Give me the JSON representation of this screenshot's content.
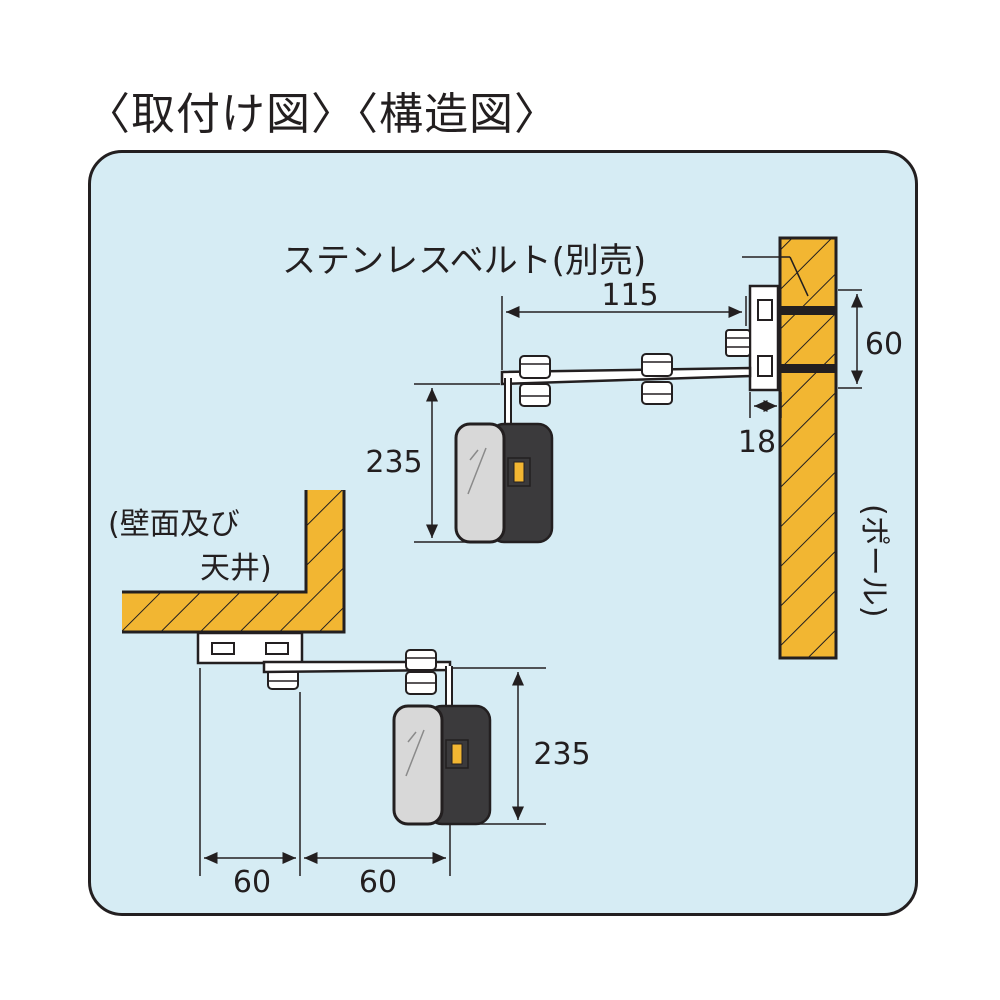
{
  "title": "〈取付け図〉〈構造図〉",
  "labels": {
    "belt": "ステンレスベルト(別売)",
    "wall_line1": "(壁面及び",
    "wall_line2": "天井)",
    "pole": "(ポール)"
  },
  "dimensions": {
    "pole_arm_length": "115",
    "belt_spacing": "60",
    "pole_offset": "18",
    "pole_mirror_height": "235",
    "ceiling_mirror_height": "235",
    "ceiling_bracket_width": "60",
    "ceiling_arm_length": "60"
  },
  "colors": {
    "panel": "#d6ecf4",
    "wood": "#f2b632",
    "outline": "#231f20",
    "mirror_back": "#3b3a3c",
    "mirror_glass": "#d8d8d8",
    "bracket": "#ffffff"
  }
}
